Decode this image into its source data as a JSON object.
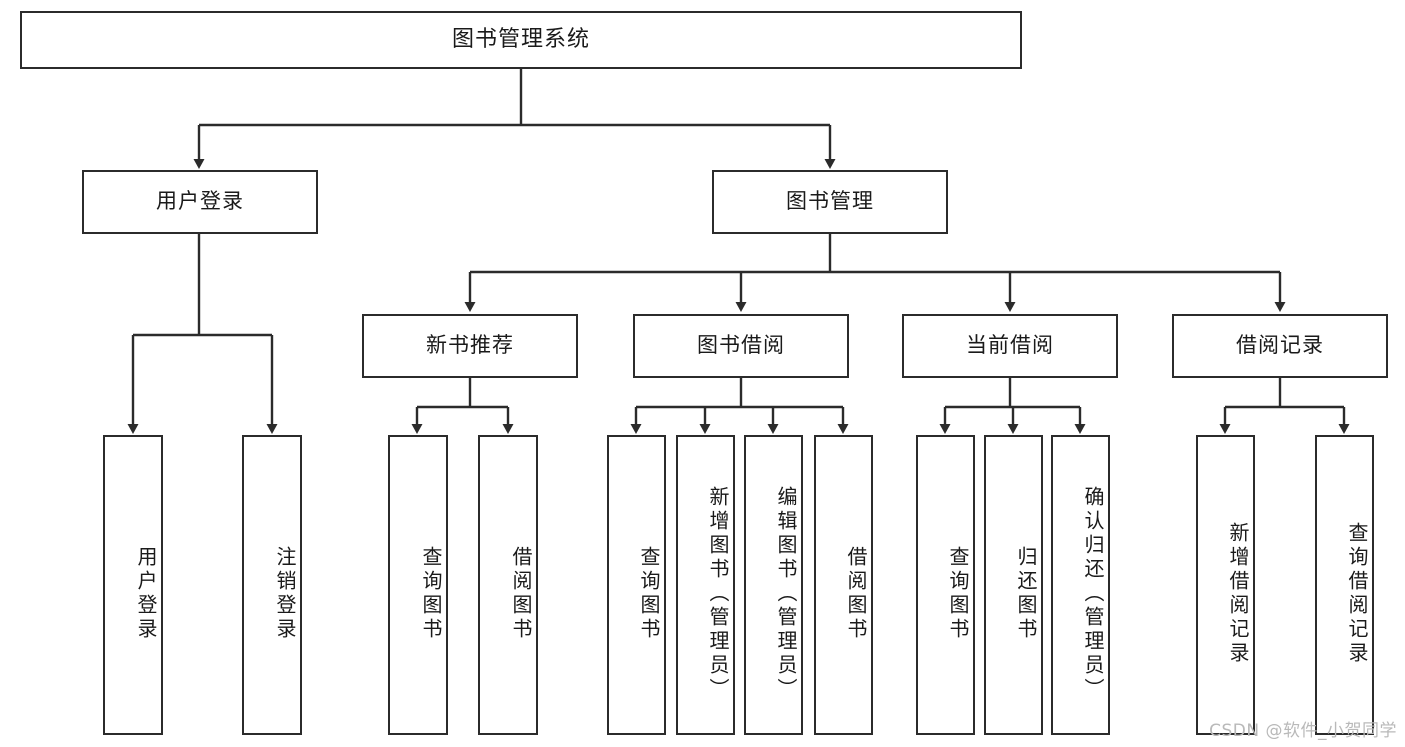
{
  "diagram": {
    "title": "图书管理系统",
    "watermark": "CSDN @软件_小贺同学",
    "root": {
      "label": "图书管理系统"
    },
    "level1": [
      {
        "label": "用户登录"
      },
      {
        "label": "图书管理"
      }
    ],
    "level2": [
      {
        "label": "新书推荐"
      },
      {
        "label": "图书借阅"
      },
      {
        "label": "当前借阅"
      },
      {
        "label": "借阅记录"
      }
    ],
    "leaves": {
      "user_login": [
        {
          "label": "用户登录"
        },
        {
          "label": "注销登录"
        }
      ],
      "new_book_recommend": [
        {
          "label": "查询图书"
        },
        {
          "label": "借阅图书"
        }
      ],
      "book_borrow": [
        {
          "label": "查询图书"
        },
        {
          "label": "新增图书（管理员）"
        },
        {
          "label": "编辑图书（管理员）"
        },
        {
          "label": "借阅图书"
        }
      ],
      "current_borrow": [
        {
          "label": "查询图书"
        },
        {
          "label": "归还图书"
        },
        {
          "label": "确认归还（管理员）"
        }
      ],
      "borrow_record": [
        {
          "label": "新增借阅记录"
        },
        {
          "label": "查询借阅记录"
        }
      ]
    },
    "colors": {
      "line": "#2b2b2b",
      "box_fill": "#ffffff",
      "text": "#1a1a1a",
      "watermark": "#b9b9b9"
    }
  }
}
